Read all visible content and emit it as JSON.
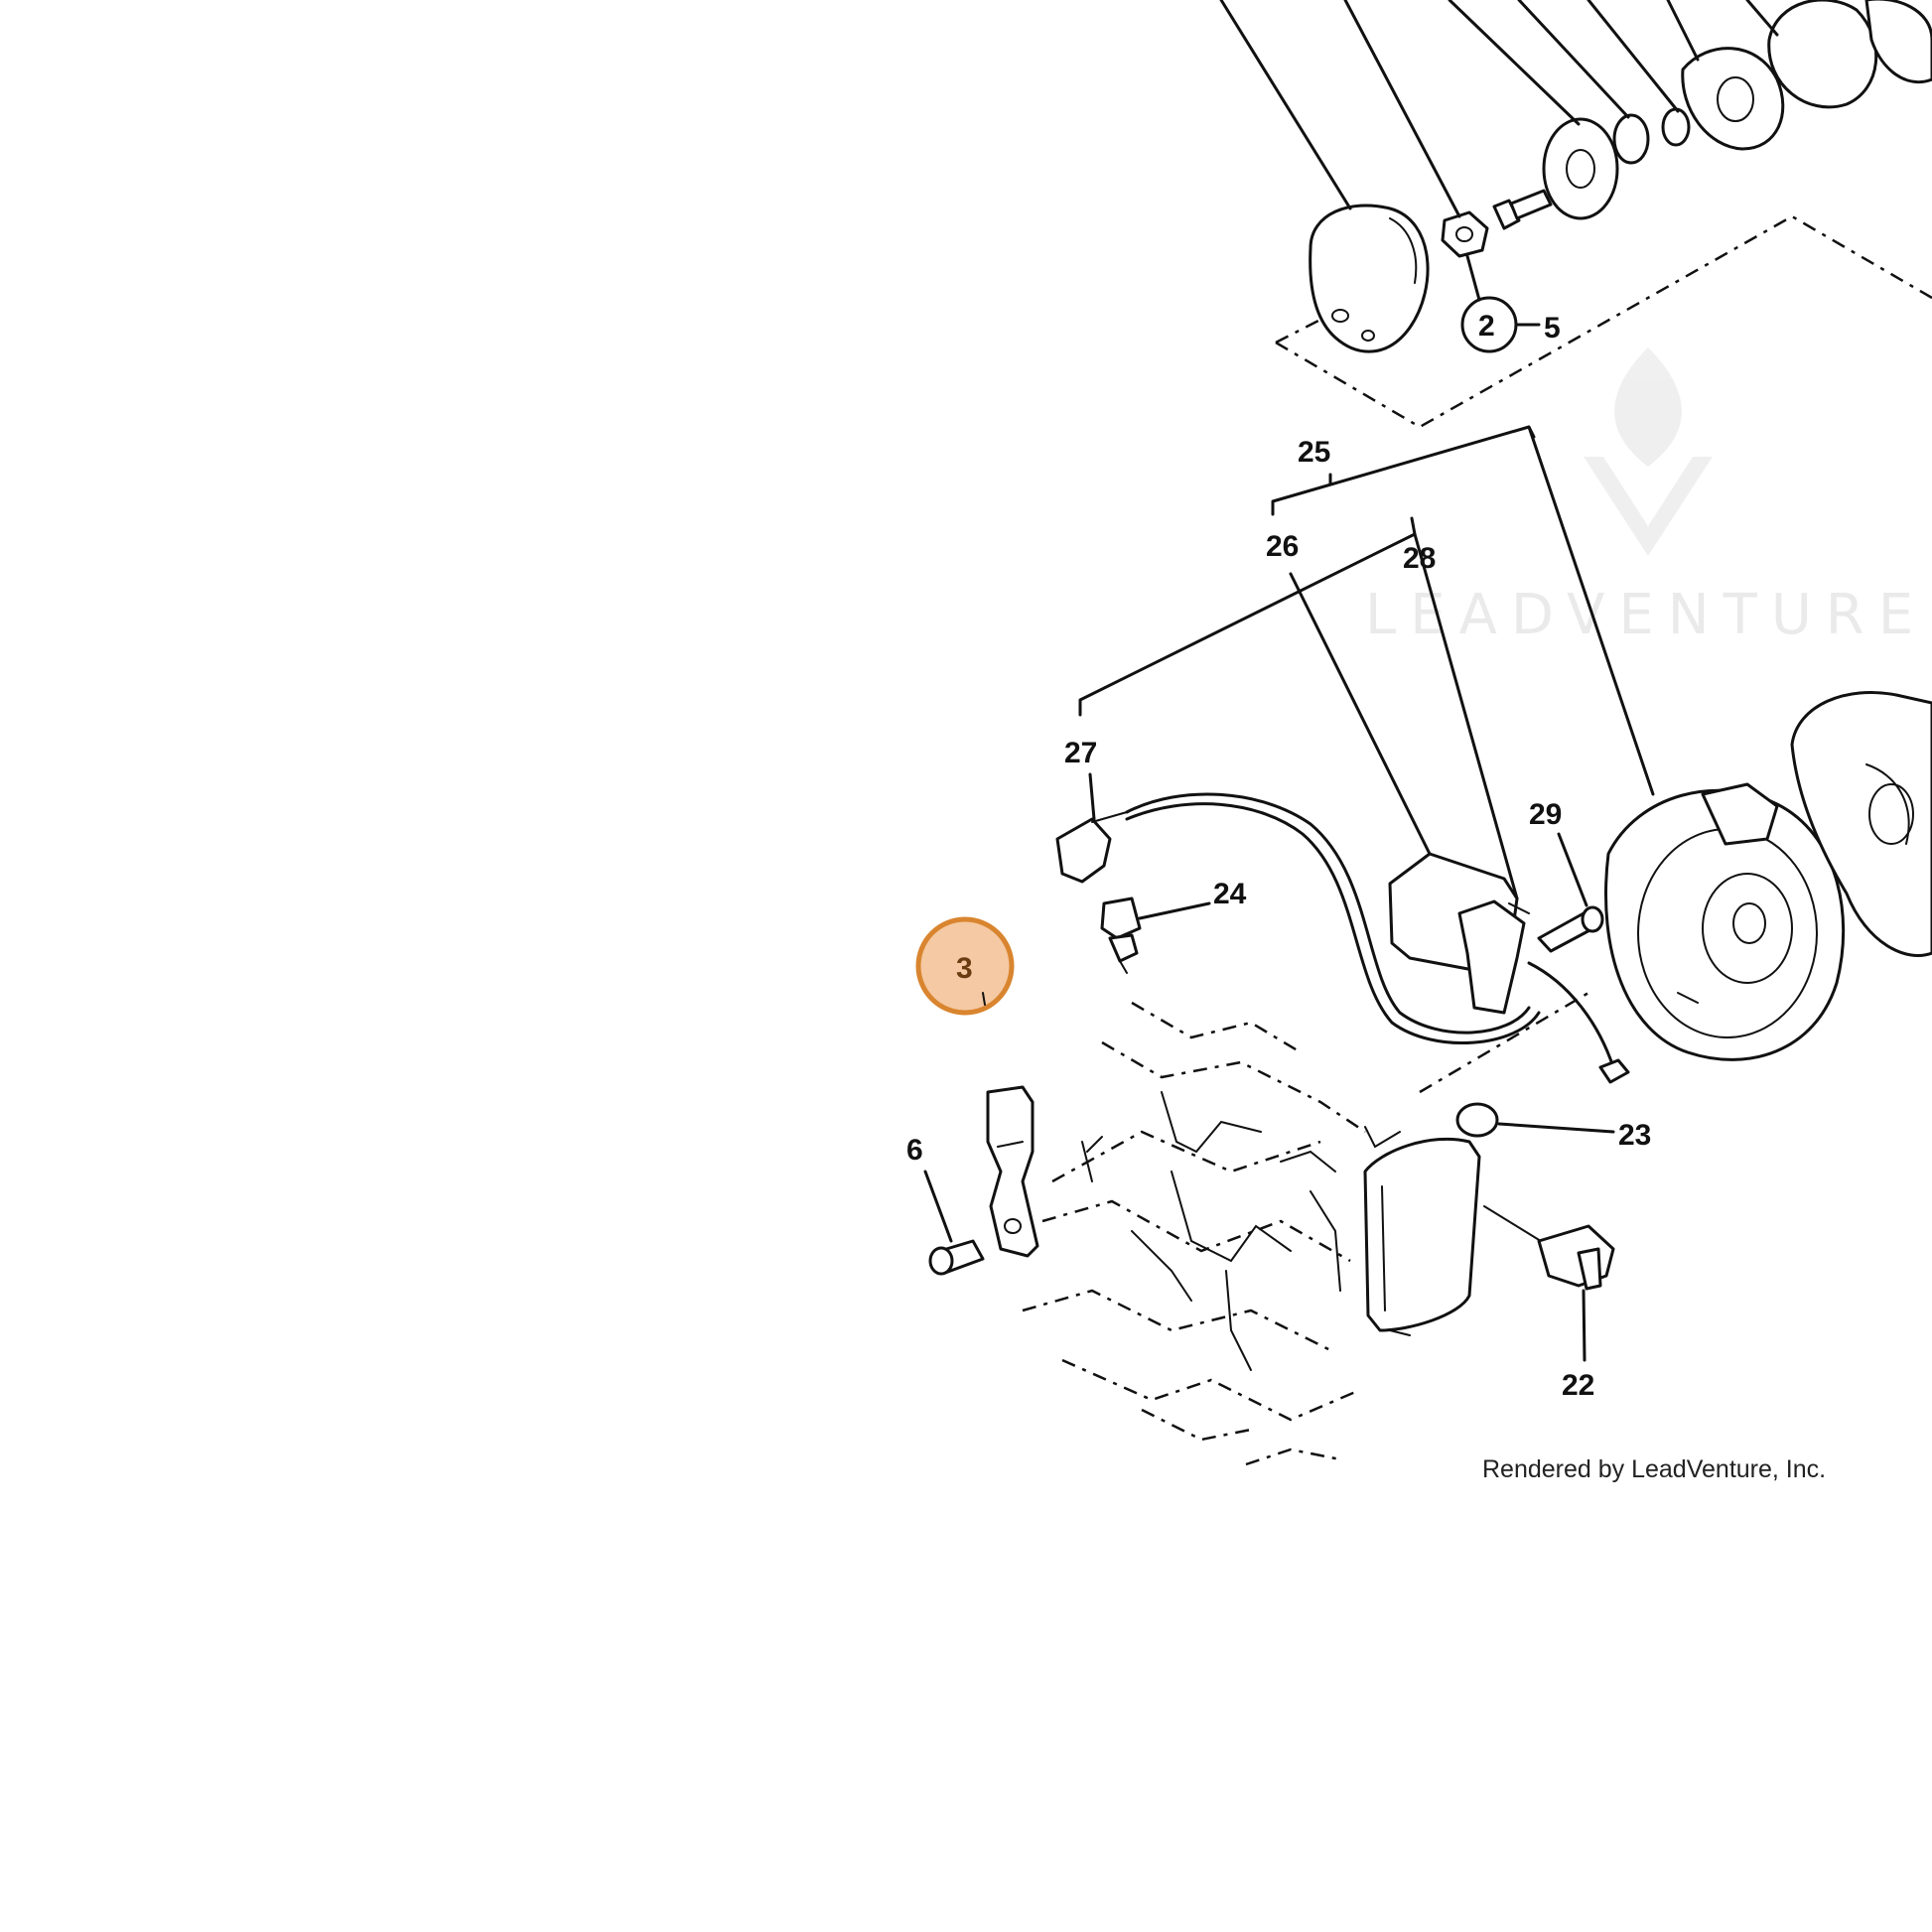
{
  "callouts": [
    {
      "id": "c2",
      "label": "2"
    },
    {
      "id": "c3",
      "label": "3"
    },
    {
      "id": "c5",
      "label": "5"
    },
    {
      "id": "c6",
      "label": "6"
    },
    {
      "id": "c22",
      "label": "22"
    },
    {
      "id": "c23",
      "label": "23"
    },
    {
      "id": "c24",
      "label": "24"
    },
    {
      "id": "c25",
      "label": "25"
    },
    {
      "id": "c26",
      "label": "26"
    },
    {
      "id": "c27",
      "label": "27"
    },
    {
      "id": "c28",
      "label": "28"
    },
    {
      "id": "c29",
      "label": "29"
    }
  ],
  "highlight": {
    "label": "3",
    "fill": "#f4c9a3",
    "stroke": "#d9852f"
  },
  "watermark": {
    "text": "LEADVENTURE"
  },
  "credit": "Rendered by LeadVenture, Inc."
}
